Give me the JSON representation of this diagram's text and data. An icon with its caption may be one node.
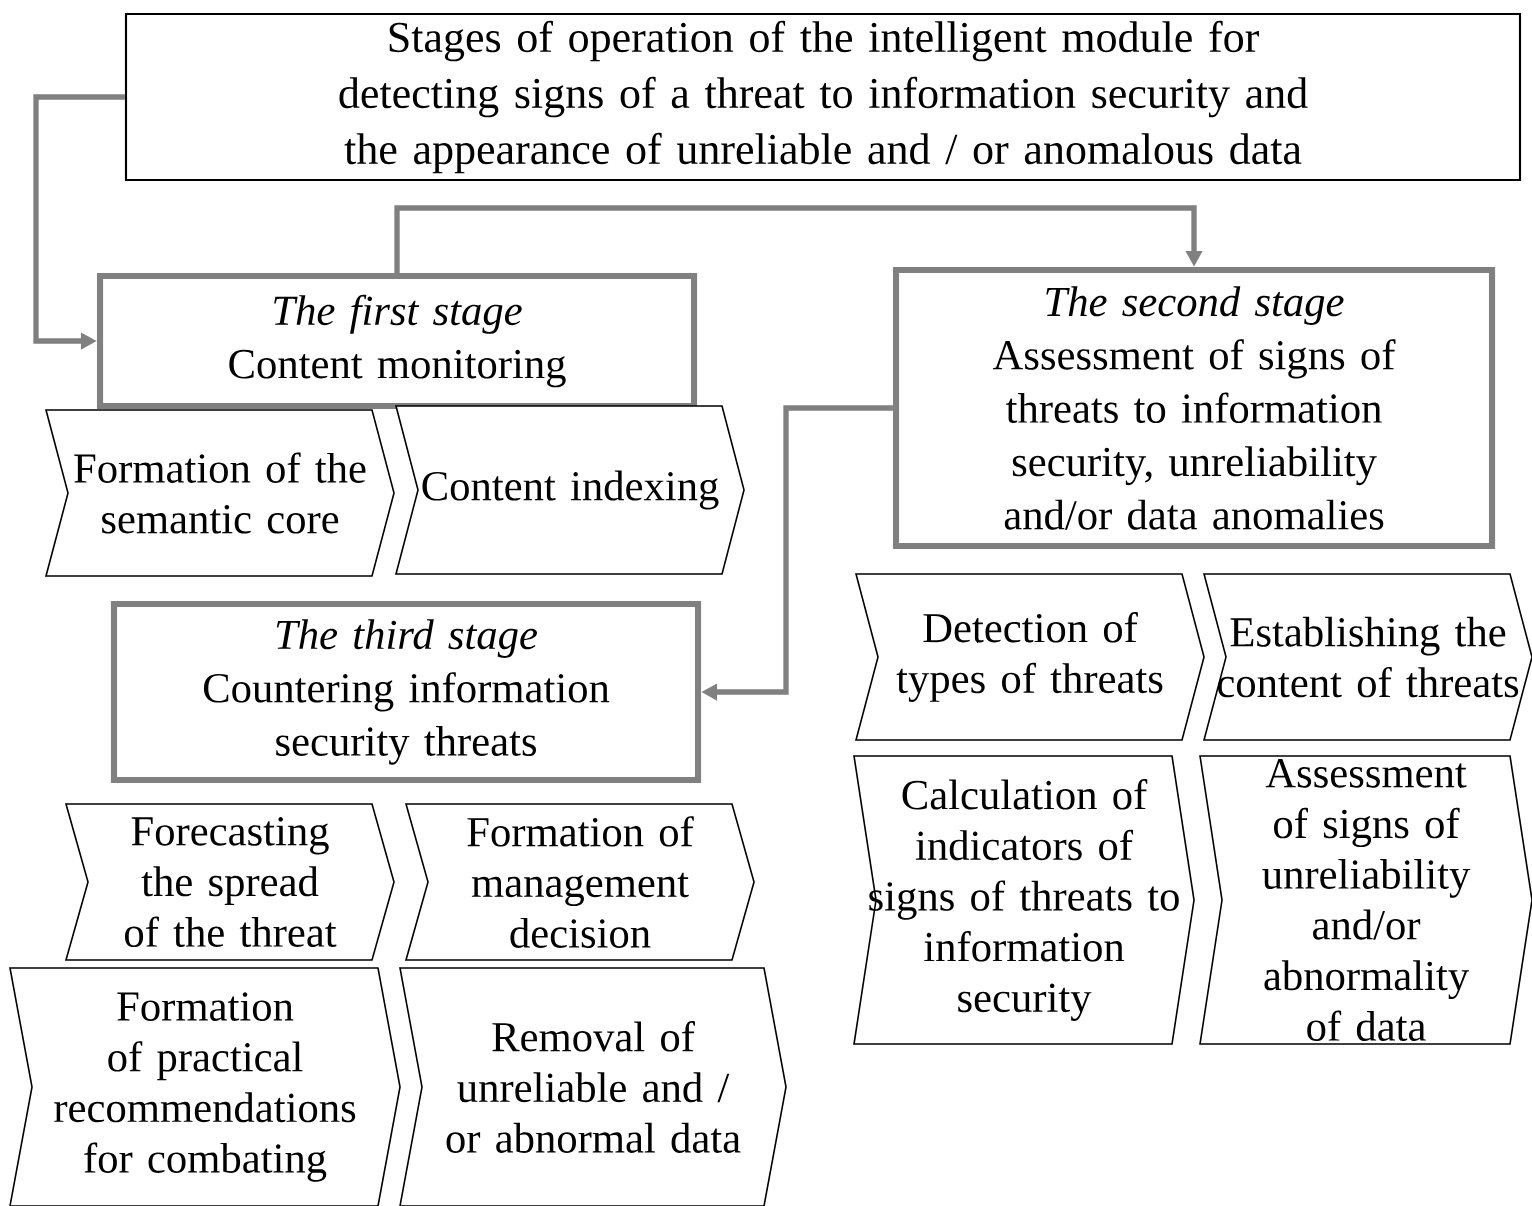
{
  "diagram": {
    "nodes": [
      {
        "text": [
          "Stages of operation of the intelligent module for detecting signs of a threat to information security and the appearance of unreliable and / or anomalous data"
        ]
      },
      {
        "text": [
          "The first stage",
          "Content monitoring"
        ]
      },
      {
        "text": [
          "The second stage",
          "Assessment of signs of threats to information security, unreliability and/or data anomalies"
        ]
      },
      {
        "text": [
          "Formation of the semantic core"
        ]
      },
      {
        "text": [
          "Content indexing"
        ]
      },
      {
        "text": [
          "The third stage",
          "Countering information security threats"
        ]
      },
      {
        "text": [
          "Detection of types of threats"
        ]
      },
      {
        "text": [
          "Establishing the content of threats"
        ]
      },
      {
        "text": [
          "Calculation of indicators of signs of threats to information security"
        ]
      },
      {
        "text": [
          "Assessment of signs of unreliability and/or abnormality of data"
        ]
      },
      {
        "text": [
          "Forecasting the spread of the threat"
        ]
      },
      {
        "text": [
          "Formation of management decision"
        ]
      },
      {
        "text": [
          "Formation of practical recommendations for combating"
        ]
      },
      {
        "text": [
          "Removal of unreliable and / or abnormal data"
        ]
      }
    ],
    "edges": [
      {
        "from": 0,
        "to": 1,
        "arrow": "to"
      },
      {
        "from": 1,
        "to": 2,
        "arrow": "to"
      },
      {
        "from": 2,
        "to": 5,
        "arrow": "to"
      }
    ]
  }
}
